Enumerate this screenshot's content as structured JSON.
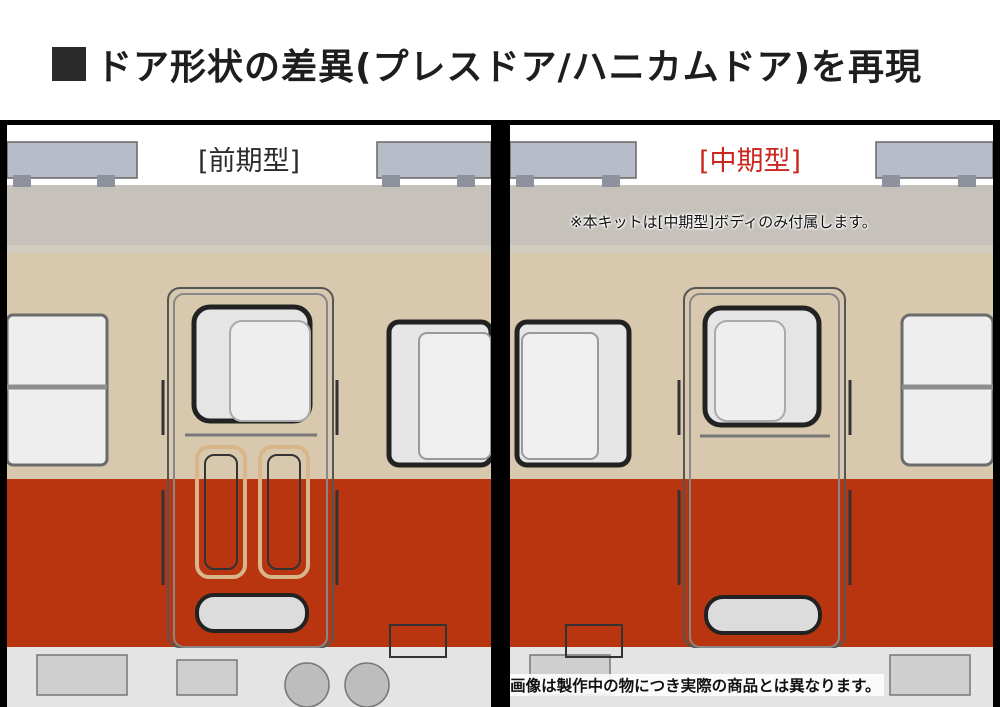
{
  "title": {
    "icon": "black-square-icon",
    "text": "ドア形状の差異(プレスドア/ハニカムドア)を再現"
  },
  "panels": {
    "left": {
      "label": "[前期型]",
      "door_type": "press-door"
    },
    "right": {
      "label": "[中期型]",
      "door_type": "honeycomb-door",
      "kit_note": "※本キットは[中期型]ボディのみ付属します。",
      "image_note": "※画像は製作中の物につき実際の商品とは異なります。"
    }
  },
  "colors": {
    "cream": "#d8c8ad",
    "vermilion": "#b8350f",
    "roof": "#c6c2bb",
    "label_accent": "#c8281e",
    "frame": "#000000"
  }
}
